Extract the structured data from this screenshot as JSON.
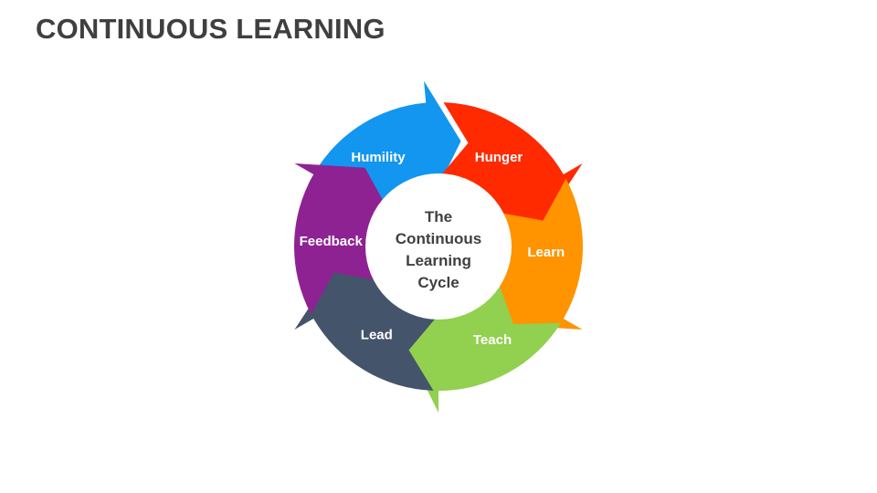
{
  "title": "CONTINUOUS LEARNING",
  "center": {
    "lines": [
      "The",
      "Continuous",
      "Learning",
      "Cycle"
    ]
  },
  "segments": [
    {
      "label": "Humility",
      "color": "#1296f0"
    },
    {
      "label": "Hunger",
      "color": "#ff2a00"
    },
    {
      "label": "Learn",
      "color": "#ff9300"
    },
    {
      "label": "Teach",
      "color": "#92d050"
    },
    {
      "label": "Lead",
      "color": "#44546a"
    },
    {
      "label": "Feedback",
      "color": "#8e2293"
    }
  ]
}
